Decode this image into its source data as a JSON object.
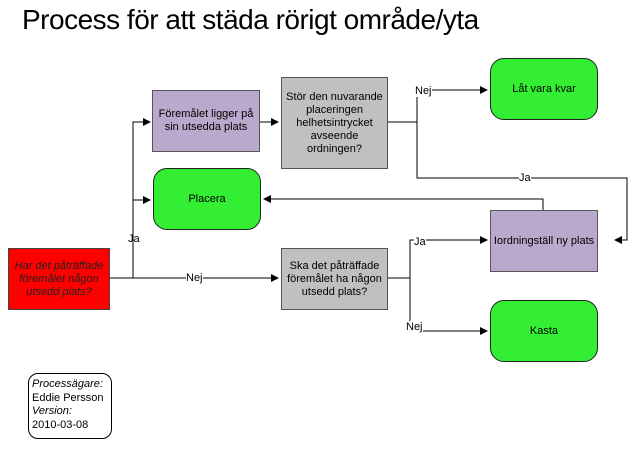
{
  "title": "Process för att städa rörigt område/yta",
  "nodes": {
    "start": "Har det påträffade föremålet någon utsedd plats?",
    "on_place": "Föremålet ligger på sin utsedda plats",
    "disturbs": "Stör den nuvarande placeringen helhetsintrycket avseende ordningen?",
    "leave": "Låt vara kvar",
    "place": "Placera",
    "has_place": "Ska det påträffade föremålet ha någon utsedd plats?",
    "arrange": "Iordningställ ny plats",
    "discard": "Kasta"
  },
  "edge_labels": {
    "ja_start": "Ja",
    "nej_start": "Nej",
    "nej_disturbs": "Nej",
    "ja_disturbs": "Ja",
    "ja_has_place": "Ja",
    "nej_has_place": "Nej"
  },
  "owner": {
    "owner_label": "Processägare:",
    "owner_name": "Eddie Persson",
    "version_label": "Version:",
    "version_value": "2010-03-08"
  }
}
